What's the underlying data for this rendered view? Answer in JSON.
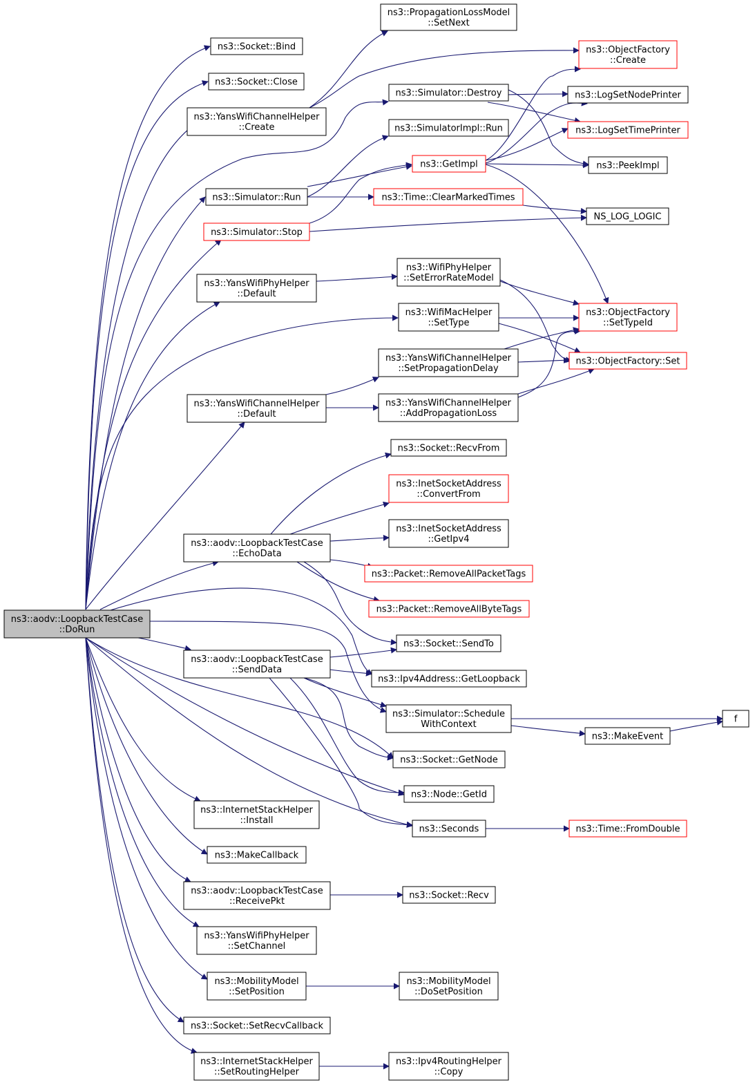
{
  "colors": {
    "edge": "#191970",
    "border_normal": "#000000",
    "border_truncated": "#ff0000",
    "root_fill": "#bfbfbf"
  },
  "nodes": {
    "doRun": {
      "lines": [
        "ns3::aodv::LoopbackTestCase",
        "::DoRun"
      ],
      "root": true
    },
    "bind": {
      "lines": [
        "ns3::Socket::Bind"
      ]
    },
    "close": {
      "lines": [
        "ns3::Socket::Close"
      ]
    },
    "yansChCreate": {
      "lines": [
        "ns3::YansWifiChannelHelper",
        "::Create"
      ]
    },
    "simRun": {
      "lines": [
        "ns3::Simulator::Run"
      ]
    },
    "simStop": {
      "lines": [
        "ns3::Simulator::Stop"
      ],
      "red": true
    },
    "yansPhyDefault": {
      "lines": [
        "ns3::YansWifiPhyHelper",
        "::Default"
      ]
    },
    "yansChDefault": {
      "lines": [
        "ns3::YansWifiChannelHelper",
        "::Default"
      ]
    },
    "echoData": {
      "lines": [
        "ns3::aodv::LoopbackTestCase",
        "::EchoData"
      ]
    },
    "sendData": {
      "lines": [
        "ns3::aodv::LoopbackTestCase",
        "::SendData"
      ]
    },
    "inetInstall": {
      "lines": [
        "ns3::InternetStackHelper",
        "::Install"
      ]
    },
    "makeCallback": {
      "lines": [
        "ns3::MakeCallback"
      ]
    },
    "receivePkt": {
      "lines": [
        "ns3::aodv::LoopbackTestCase",
        "::ReceivePkt"
      ]
    },
    "phySetChannel": {
      "lines": [
        "ns3::YansWifiPhyHelper",
        "::SetChannel"
      ]
    },
    "mobSetPos": {
      "lines": [
        "ns3::MobilityModel",
        "::SetPosition"
      ]
    },
    "setRecvCb": {
      "lines": [
        "ns3::Socket::SetRecvCallback"
      ]
    },
    "setRouting": {
      "lines": [
        "ns3::InternetStackHelper",
        "::SetRoutingHelper"
      ]
    },
    "propSetNext": {
      "lines": [
        "ns3::PropagationLossModel",
        "::SetNext"
      ]
    },
    "simDestroy": {
      "lines": [
        "ns3::Simulator::Destroy"
      ]
    },
    "simImplRun": {
      "lines": [
        "ns3::SimulatorImpl::Run"
      ]
    },
    "getImpl": {
      "lines": [
        "ns3::GetImpl"
      ],
      "red": true
    },
    "clearMarked": {
      "lines": [
        "ns3::Time::ClearMarkedTimes"
      ],
      "red": true
    },
    "setErrModel": {
      "lines": [
        "ns3::WifiPhyHelper",
        "::SetErrorRateModel"
      ]
    },
    "macSetType": {
      "lines": [
        "ns3::WifiMacHelper",
        "::SetType"
      ]
    },
    "setPropDelay": {
      "lines": [
        "ns3::YansWifiChannelHelper",
        "::SetPropagationDelay"
      ]
    },
    "addPropLoss": {
      "lines": [
        "ns3::YansWifiChannelHelper",
        "::AddPropagationLoss"
      ]
    },
    "recvFrom": {
      "lines": [
        "ns3::Socket::RecvFrom"
      ]
    },
    "convertFrom": {
      "lines": [
        "ns3::InetSocketAddress",
        "::ConvertFrom"
      ],
      "red": true
    },
    "getIpv4": {
      "lines": [
        "ns3::InetSocketAddress",
        "::GetIpv4"
      ]
    },
    "rmPacketTags": {
      "lines": [
        "ns3::Packet::RemoveAllPacketTags"
      ],
      "red": true
    },
    "rmByteTags": {
      "lines": [
        "ns3::Packet::RemoveAllByteTags"
      ],
      "red": true
    },
    "sendTo": {
      "lines": [
        "ns3::Socket::SendTo"
      ]
    },
    "getLoopback": {
      "lines": [
        "ns3::Ipv4Address::GetLoopback"
      ]
    },
    "schedule": {
      "lines": [
        "ns3::Simulator::Schedule",
        "WithContext"
      ]
    },
    "getNode": {
      "lines": [
        "ns3::Socket::GetNode"
      ]
    },
    "nodeGetId": {
      "lines": [
        "ns3::Node::GetId"
      ]
    },
    "seconds": {
      "lines": [
        "ns3::Seconds"
      ]
    },
    "socketRecv": {
      "lines": [
        "ns3::Socket::Recv"
      ]
    },
    "doSetPos": {
      "lines": [
        "ns3::MobilityModel",
        "::DoSetPosition"
      ]
    },
    "ipv4RoutCopy": {
      "lines": [
        "ns3::Ipv4RoutingHelper",
        "::Copy"
      ]
    },
    "ofCreate": {
      "lines": [
        "ns3::ObjectFactory",
        "::Create"
      ],
      "red": true
    },
    "logNode": {
      "lines": [
        "ns3::LogSetNodePrinter"
      ]
    },
    "logTime": {
      "lines": [
        "ns3::LogSetTimePrinter"
      ],
      "red": true
    },
    "peekImpl": {
      "lines": [
        "ns3::PeekImpl"
      ]
    },
    "nsLogLogic": {
      "lines": [
        "NS_LOG_LOGIC"
      ]
    },
    "ofSetTypeId": {
      "lines": [
        "ns3::ObjectFactory",
        "::SetTypeId"
      ],
      "red": true
    },
    "ofSet": {
      "lines": [
        "ns3::ObjectFactory::Set"
      ],
      "red": true
    },
    "makeEvent": {
      "lines": [
        "ns3::MakeEvent"
      ]
    },
    "f": {
      "lines": [
        "f"
      ]
    },
    "timeFromDouble": {
      "lines": [
        "ns3::Time::FromDouble"
      ],
      "red": true
    }
  }
}
